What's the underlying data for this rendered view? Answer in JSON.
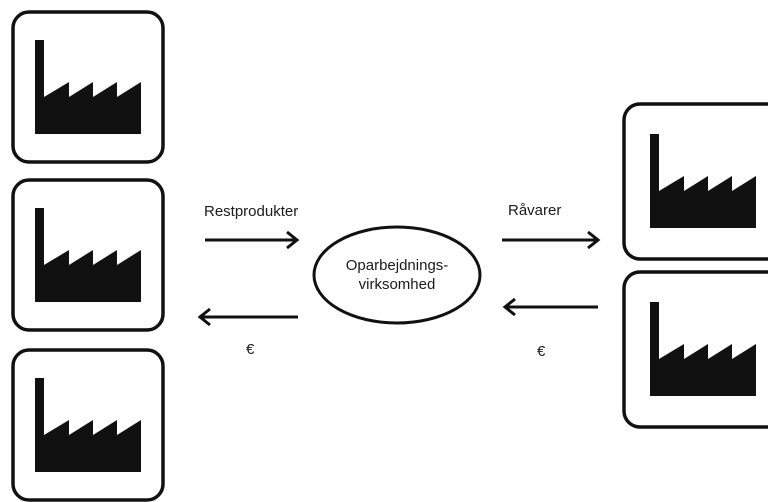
{
  "diagram": {
    "left_flow": {
      "top_label": "Restprodukter",
      "bottom_label": "€"
    },
    "right_flow": {
      "top_label": "Råvarer",
      "bottom_label": "€"
    },
    "center_node": {
      "line1": "Oparbejdnings-",
      "line2": "virksomhed"
    },
    "left_factories": [
      {
        "icon": "factory-icon"
      },
      {
        "icon": "factory-icon"
      },
      {
        "icon": "factory-icon"
      }
    ],
    "right_factories": [
      {
        "icon": "factory-icon"
      },
      {
        "icon": "factory-icon"
      }
    ],
    "colors": {
      "stroke": "#111111",
      "background": "#ffffff"
    }
  }
}
